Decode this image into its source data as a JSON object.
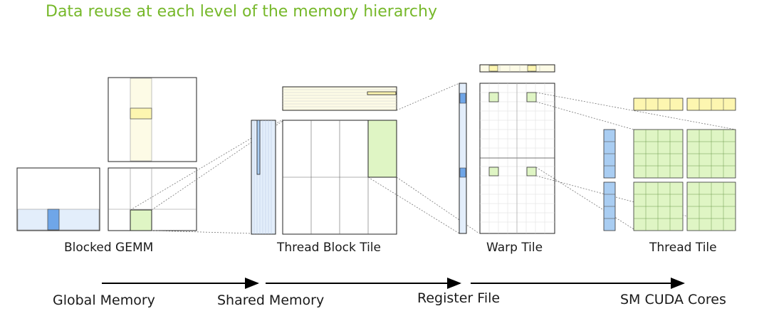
{
  "title": "Data reuse at each level of the memory hierarchy",
  "stages": {
    "blocked_gemm": "Blocked GEMM",
    "thread_block_tile": "Thread Block Tile",
    "warp_tile": "Warp Tile",
    "thread_tile": "Thread Tile"
  },
  "memory_levels": {
    "global": "Global Memory",
    "shared": "Shared Memory",
    "register": "Register File",
    "sm_cores": "SM CUDA Cores"
  },
  "colors": {
    "title": "#76b82a",
    "yellow_fill": "#fdf6b0",
    "yellow_light": "#fdfbe6",
    "blue_fill": "#a9cdf2",
    "blue_light": "#e3eefb",
    "green_fill": "#dff5c4",
    "outline": "#1a1a1a"
  }
}
